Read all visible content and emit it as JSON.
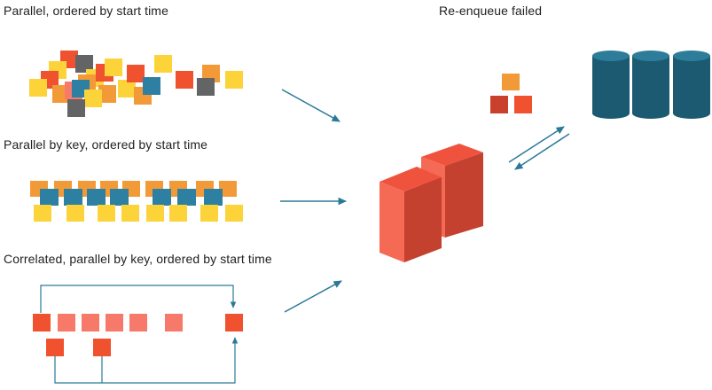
{
  "labels": {
    "parallel_ordered": "Parallel, ordered by start time",
    "parallel_by_key": "Parallel by key, ordered by start time",
    "correlated": "Correlated, parallel by key, ordered by start time",
    "reenqueue": "Re-enqueue failed"
  },
  "colors": {
    "yellow": "#fdd33a",
    "orange": "#f29a38",
    "red": "#f0512f",
    "salmon": "#f7796a",
    "teal": "#2d80a2",
    "gray": "#626466",
    "dark_red": "#c9402d",
    "arrow": "#2a7a97",
    "db_body": "#1c5a72",
    "db_top": "#2d7c99",
    "server_front": "#f56a55",
    "server_side": "#c4402f",
    "server_top": "#f0533d"
  },
  "icons": {
    "scattered_tasks": "scattered-task-squares",
    "keyed_tasks": "keyed-task-squares",
    "correlated_tasks": "correlated-task-squares",
    "failed_tasks": "failed-task-squares",
    "workers": "server-blocks-icon",
    "database": "database-cylinders-icon"
  }
}
